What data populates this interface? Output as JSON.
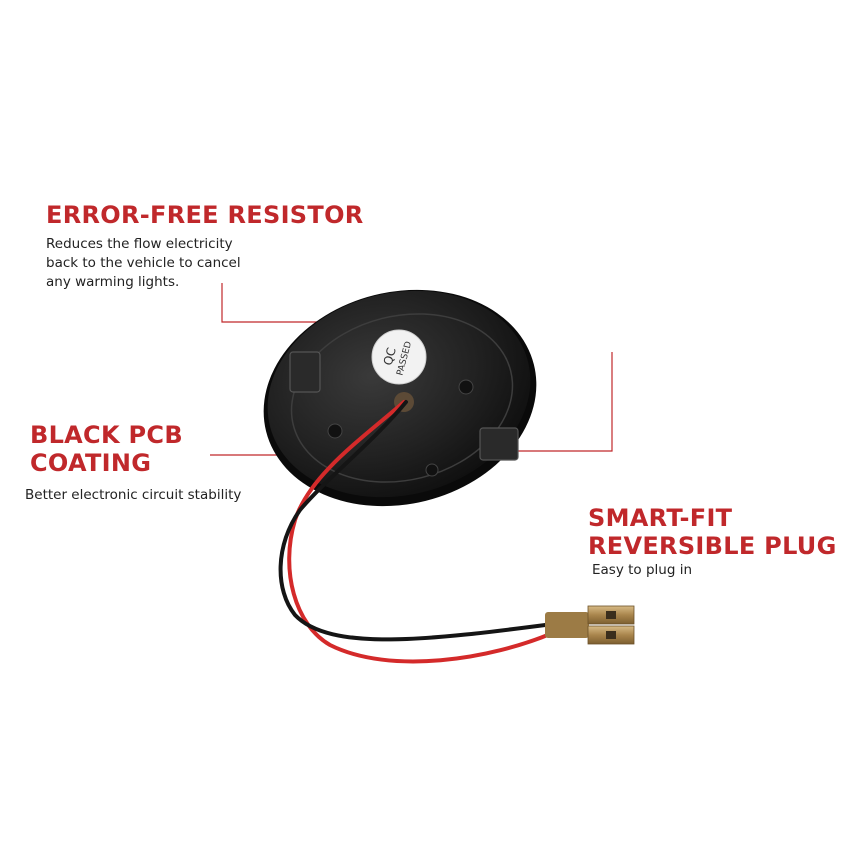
{
  "callouts": {
    "resistor": {
      "title": "ERROR-FREE RESISTOR",
      "description_lines": [
        "Reduces the flow electricity",
        "back to the vehicle to cancel",
        "any warming lights."
      ]
    },
    "pcb": {
      "title_lines": [
        "BLACK PCB",
        "COATING"
      ],
      "description": "Better electronic circuit stability"
    },
    "plug": {
      "title_lines": [
        "SMART-FIT",
        "REVERSIBLE PLUG"
      ],
      "description": "Easy to plug in"
    }
  },
  "product": {
    "sticker_lines": [
      "QC",
      "PASSED"
    ]
  },
  "colors": {
    "heading": "#c0282b",
    "body_text": "#222222",
    "leader_line": "#c0282b",
    "pcb": "#1c1c1c",
    "red_wire": "#d42a2a",
    "black_wire": "#151515",
    "connector": "#b8935a"
  }
}
